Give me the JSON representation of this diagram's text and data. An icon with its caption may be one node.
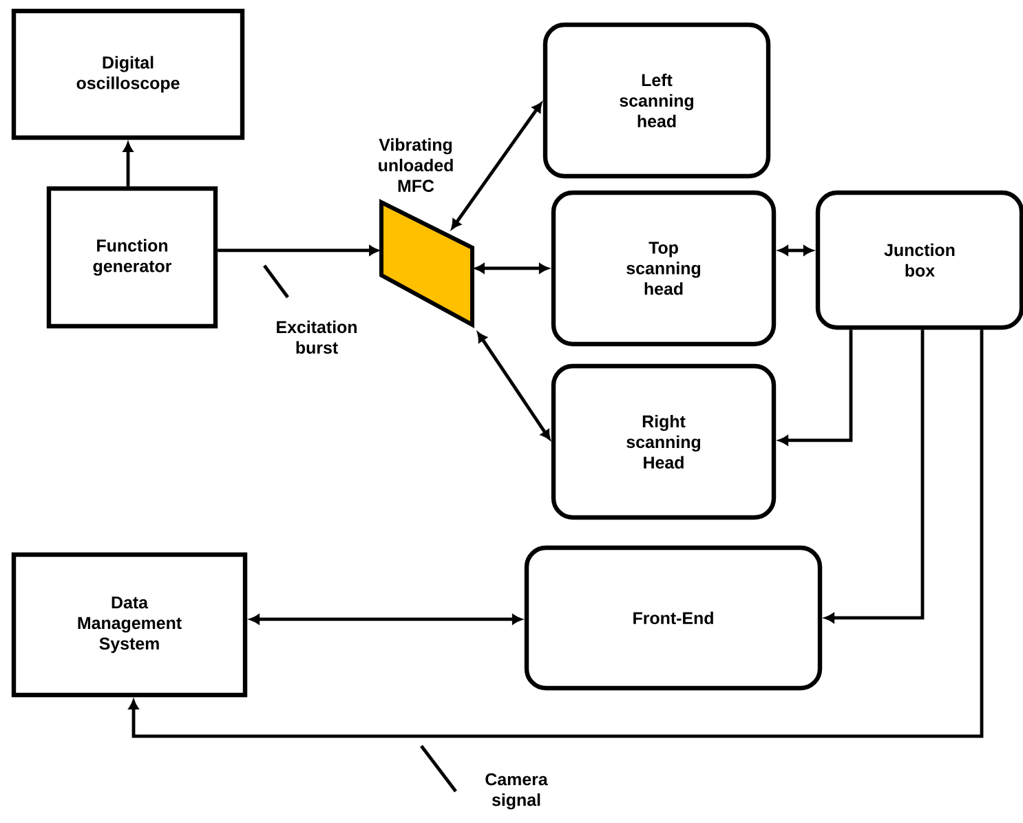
{
  "diagram": {
    "nodes": [
      {
        "text": [
          "Digital oscilloscope"
        ]
      },
      {
        "text": [
          "Function generator"
        ]
      },
      {
        "text": [
          "Vibrating unloaded MFC"
        ]
      },
      {
        "text": [
          "Left scanning head"
        ]
      },
      {
        "text": [
          "Top scanning head"
        ]
      },
      {
        "text": [
          "Junction box"
        ]
      },
      {
        "text": [
          "Right scanning Head"
        ]
      },
      {
        "text": [
          "Data Management System"
        ]
      },
      {
        "text": [
          "Front-End"
        ]
      }
    ],
    "edges": [
      {
        "from": 1,
        "to": 0,
        "arrow": "to"
      },
      {
        "from": 1,
        "to": 2,
        "arrow": "to",
        "label": "Excitation burst"
      },
      {
        "from": 2,
        "to": 3,
        "arrow": "both"
      },
      {
        "from": 2,
        "to": 4,
        "arrow": "both"
      },
      {
        "from": 2,
        "to": 6,
        "arrow": "both"
      },
      {
        "from": 4,
        "to": 5,
        "arrow": "both"
      },
      {
        "from": 5,
        "to": 6,
        "arrow": "to"
      },
      {
        "from": 5,
        "to": 8,
        "arrow": "to"
      },
      {
        "from": 5,
        "to": 7,
        "arrow": "to",
        "label": "Camera signal"
      },
      {
        "from": 7,
        "to": 8,
        "arrow": "both"
      }
    ]
  }
}
